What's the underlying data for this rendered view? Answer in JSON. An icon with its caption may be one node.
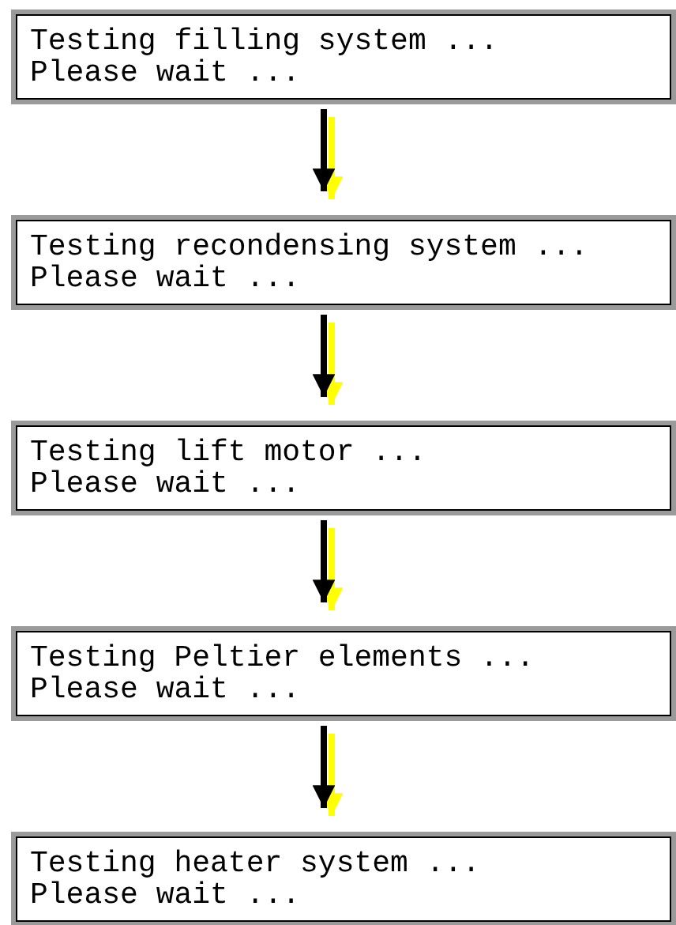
{
  "diagram": {
    "nodes": [
      {
        "text": [
          "Testing filling system ...",
          "Please wait ..."
        ]
      },
      {
        "text": [
          "Testing recondensing system ...",
          "Please wait ..."
        ]
      },
      {
        "text": [
          "Testing lift motor ...",
          "Please wait ..."
        ]
      },
      {
        "text": [
          "Testing Peltier elements ...",
          "Please wait ..."
        ]
      },
      {
        "text": [
          "Testing heater system ...",
          "Please wait ..."
        ]
      }
    ],
    "edges": [
      {
        "from": 0,
        "to": 1,
        "arrow": "to"
      },
      {
        "from": 1,
        "to": 2,
        "arrow": "to"
      },
      {
        "from": 2,
        "to": 3,
        "arrow": "to"
      },
      {
        "from": 3,
        "to": 4,
        "arrow": "to"
      }
    ]
  }
}
